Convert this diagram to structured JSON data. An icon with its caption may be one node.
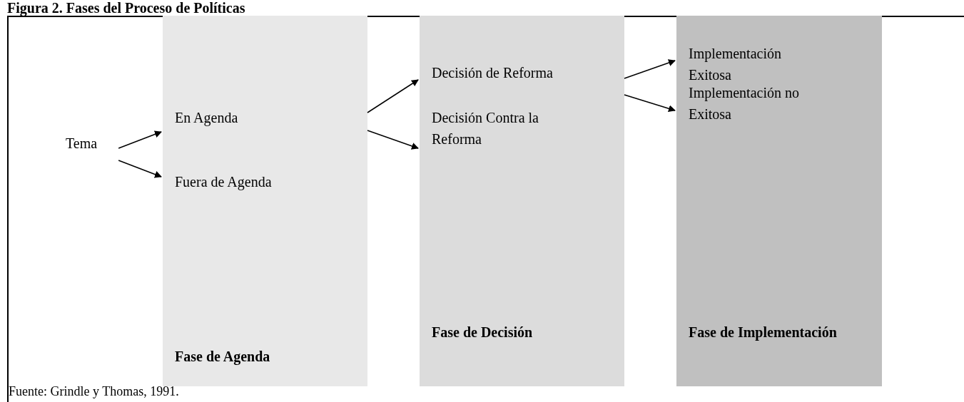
{
  "diagram": {
    "title": "Figura 2. Fases del Proceso de Políticas",
    "caption": "Fuente: Grindle y Thomas, 1991.",
    "nodes": [
      {
        "text": [
          "Tema"
        ]
      },
      {
        "text": [
          "Fase de Agenda"
        ]
      },
      {
        "text": [
          "En Agenda"
        ],
        "in": 1
      },
      {
        "text": [
          "Fuera de Agenda"
        ],
        "in": 1
      },
      {
        "text": [
          "Fase de Decisión"
        ]
      },
      {
        "text": [
          "Decisión de Reforma"
        ],
        "in": 4
      },
      {
        "text": [
          "Decisión Contra la Reforma"
        ],
        "in": 4
      },
      {
        "text": [
          "Fase de Implementación"
        ]
      },
      {
        "text": [
          "Implementación Exitosa"
        ],
        "in": 7
      },
      {
        "text": [
          "Implementación no Exitosa"
        ],
        "in": 7
      }
    ],
    "edges": [
      {
        "from": 0,
        "to": 2,
        "arrow": "to"
      },
      {
        "from": 0,
        "to": 3,
        "arrow": "to"
      },
      {
        "from": 1,
        "to": 5,
        "arrow": "to"
      },
      {
        "from": 1,
        "to": 6,
        "arrow": "to"
      },
      {
        "from": 4,
        "to": 8,
        "arrow": "to"
      },
      {
        "from": 4,
        "to": 9,
        "arrow": "to"
      }
    ]
  }
}
